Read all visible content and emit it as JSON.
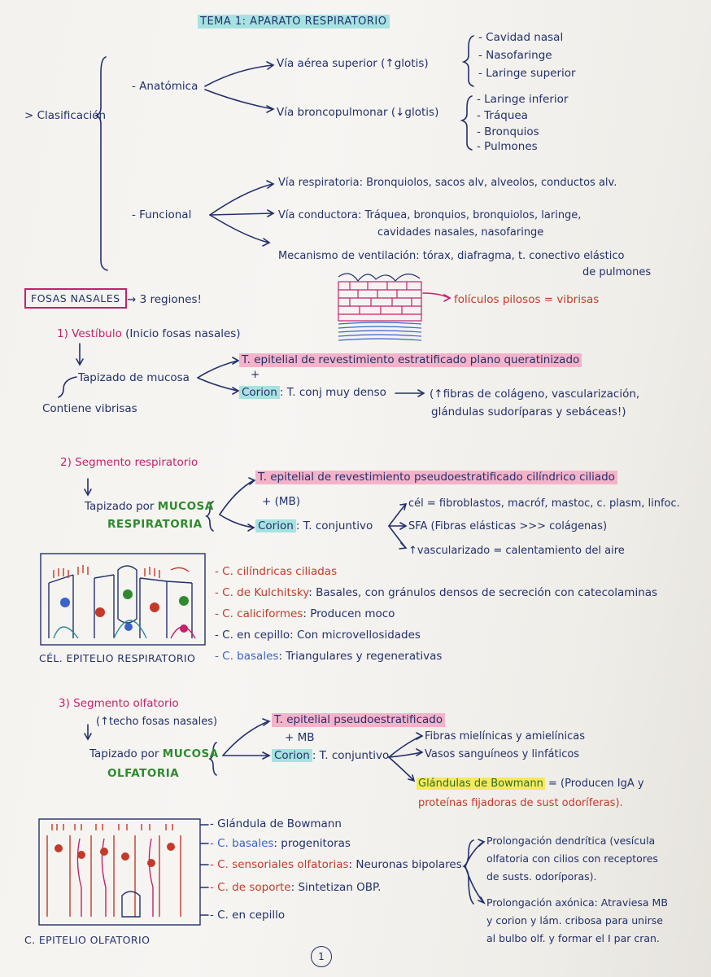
{
  "title": "TEMA 1: APARATO RESPIRATORIO",
  "clasificacion": {
    "label": "> Clasificación",
    "anatomica": {
      "label": "- Anatómica",
      "superior": {
        "label": "Vía aérea superior (↑glotis)",
        "items": [
          "- Cavidad nasal",
          "- Nasofaringe",
          "- Laringe superior"
        ]
      },
      "broncopulmonar": {
        "label": "Vía broncopulmonar (↓glotis)",
        "items": [
          "- Laringe inferior",
          "- Tráquea",
          "- Bronquios",
          "- Pulmones"
        ]
      }
    },
    "funcional": {
      "label": "- Funcional",
      "respiratoria": "Vía respiratoria: Bronquiolos, sacos alv, alveolos, conductos alv.",
      "conductora_1": "Vía conductora: Tráquea, bronquios, bronquiolos, laringe,",
      "conductora_2": "cavidades nasales, nasofaringe",
      "mecanismo_1": "Mecanismo de ventilación: tórax, diafragma, t. conectivo elástico",
      "mecanismo_2": "de pulmones"
    }
  },
  "fosas": {
    "label": "FOSAS NASALES",
    "regiones": "⇝ 3 regiones!",
    "foliculos": "folículos pilosos = vibrisas"
  },
  "vestibulo": {
    "heading": "1) Vestíbulo",
    "heading_note": "(Inicio fosas nasales)",
    "tapizado": "Tapizado de mucosa",
    "contiene": "Contiene vibrisas",
    "epitelio": "T. epitelial de revestimiento estratificado plano queratinizado",
    "plus": "+",
    "corion": "Corion",
    "corion_desc": ": T. conj muy denso",
    "detalle_1": "(↑fibras de colágeno, vascularización,",
    "detalle_2": "glándulas sudoríparas y sebáceas!)"
  },
  "respiratorio": {
    "heading": "2) Segmento respiratorio",
    "tapizado": "Tapizado por",
    "mucosa_1": "MUCOSA",
    "mucosa_2": "RESPIRATORIA",
    "epitelio": "T. epitelial de revestimiento pseudoestratificado cilíndrico ciliado",
    "mb": "+ (MB)",
    "corion": "Corion",
    "corion_desc": ": T. conjuntivo",
    "cel": "cél = fibroblastos, macróf, mastoc, c. plasm, linfoc.",
    "sfa": "SFA (Fibras elásticas >>> colágenas)",
    "vasc": "↑vascularizado = calentamiento del aire",
    "caption": "CÉL. EPITELIO RESPIRATORIO",
    "cells": [
      {
        "name": "- C. cilíndricas ciliadas",
        "desc": ""
      },
      {
        "name": "- C. de Kulchitsky",
        "desc": ": Basales, con gránulos densos de secreción con catecolaminas"
      },
      {
        "name": "- C. caliciformes",
        "desc": ": Producen moco"
      },
      {
        "name": "- C. en cepillo",
        "desc": ": Con microvellosidades"
      },
      {
        "name": "- C. basales",
        "desc": ": Triangulares y regenerativas"
      }
    ]
  },
  "olfatorio": {
    "heading": "3) Segmento olfatorio",
    "heading_note": "(↑techo fosas nasales)",
    "tapizado": "Tapizado por",
    "mucosa_1": "MUCOSA",
    "mucosa_2": "OLFATORIA",
    "epitelio": "T. epitelial pseudoestratificado",
    "mb": "+ MB",
    "corion": "Corion",
    "corion_desc": ": T. conjuntivo",
    "fibras": "Fibras mielínicas y amielínicas",
    "vasos": "Vasos sanguíneos y linfáticos",
    "glandulas": "Glándulas de Bowmann",
    "glandulas_desc_1": "= (Producen IgA y",
    "glandulas_desc_2": "proteínas fijadoras de sust odoríferas).",
    "caption": "C. EPITELIO OLFATORIO",
    "cells": [
      {
        "name": "- Glándula de Bowmann",
        "desc": ""
      },
      {
        "name": "- C. basales",
        "desc": ": progenitoras"
      },
      {
        "name": "- C. sensoriales olfatorias",
        "desc": ": Neuronas bipolares"
      },
      {
        "name": "- C. de soporte",
        "desc": ": Sintetizan OBP."
      },
      {
        "name": "- C. en cepillo",
        "desc": ""
      }
    ],
    "dendritica_1": "Prolongación dendrítica (vesícula",
    "dendritica_2": "olfatoria con cilios con receptores",
    "dendritica_3": "de susts. odoríporas).",
    "axonica_1": "Prolongación axónica: Atraviesa MB",
    "axonica_2": "y corion y lám. cribosa para unirse",
    "axonica_3": "al bulbo olf. y formar el I par cran."
  },
  "page_number": "1",
  "colors": {
    "navy": "#23306b",
    "pink": "#c4226a",
    "red": "#c43a2a",
    "green": "#2f8a2f",
    "teal": "#a6e3e0",
    "yellow": "#f5ea5a"
  }
}
